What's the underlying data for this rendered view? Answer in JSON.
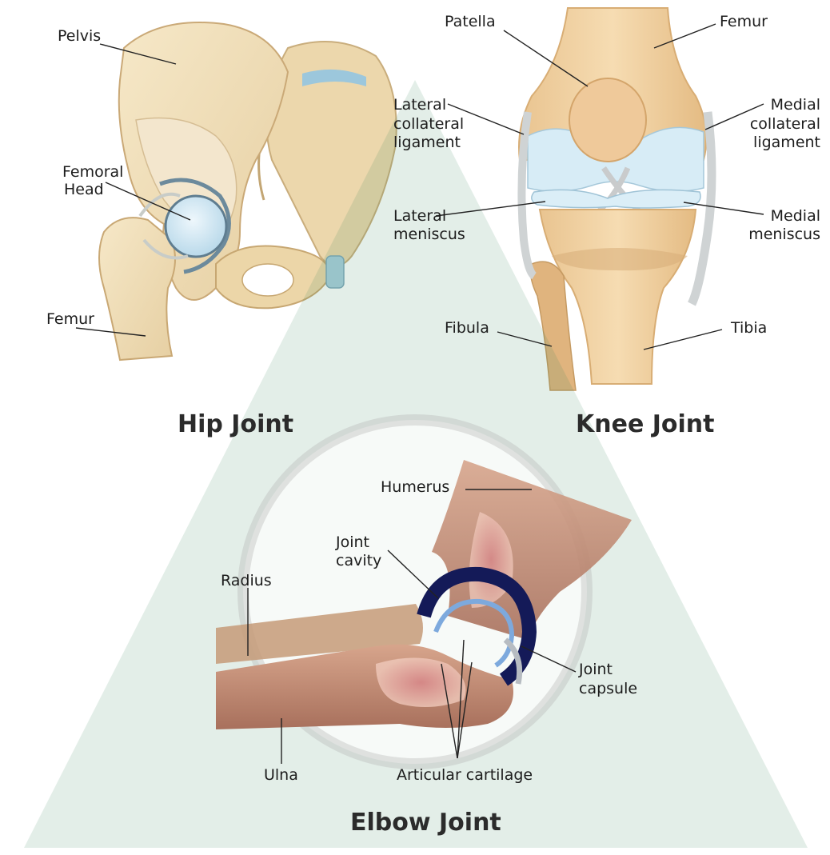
{
  "titles": {
    "hip": "Hip Joint",
    "knee": "Knee Joint",
    "elbow": "Elbow Joint"
  },
  "hip": {
    "pelvis": "Pelvis",
    "femoral_head": [
      "Femoral",
      "Head"
    ],
    "femur": "Femur"
  },
  "knee": {
    "patella": "Patella",
    "femur": "Femur",
    "lateral_collateral_ligament": [
      "Lateral",
      "collateral",
      "ligament"
    ],
    "medial_collateral_ligament": [
      "Medial",
      "collateral",
      "ligament"
    ],
    "lateral_meniscus": [
      "Lateral",
      "meniscus"
    ],
    "medial_meniscus": [
      "Medial",
      "meniscus"
    ],
    "fibula": "Fibula",
    "tibia": "Tibia"
  },
  "elbow": {
    "humerus": "Humerus",
    "joint_cavity": [
      "Joint",
      "cavity"
    ],
    "radius": "Radius",
    "joint_capsule": [
      "Joint",
      "capsule"
    ],
    "ulna": "Ulna",
    "articular_cartilage": "Articular cartilage"
  },
  "colors": {
    "bone": "#efdcb4",
    "bone_shadow": "#d9bf8e",
    "cartilage": "#cfe6f3",
    "ligament": "#dcdedc",
    "muscle": "#c98d78",
    "capsule_dark": "#141a58",
    "watermark_green": "#3b8a5e"
  }
}
